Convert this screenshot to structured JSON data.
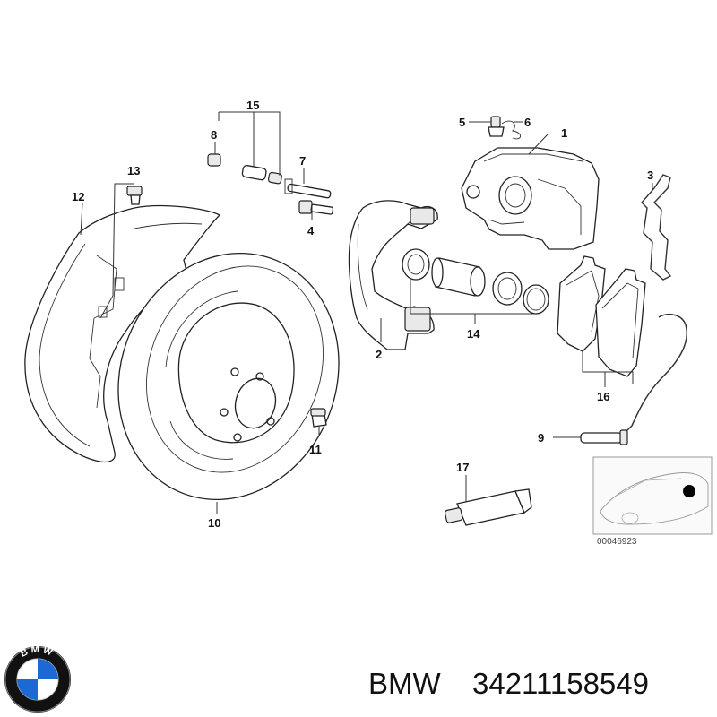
{
  "diagram": {
    "callouts": {
      "c1": "1",
      "c2": "2",
      "c3": "3",
      "c4": "4",
      "c5": "5",
      "c6": "6",
      "c7": "7",
      "c8": "8",
      "c9": "9",
      "c10": "10",
      "c11": "11",
      "c12": "12",
      "c13": "13",
      "c14": "14",
      "c15": "15",
      "c16": "16",
      "c17": "17"
    },
    "reference_number": "00046923"
  },
  "footer": {
    "brand": "BMW",
    "part_number": "34211158549",
    "logo_letters": "BMW"
  },
  "colors": {
    "logo_blue": "#1c69d3",
    "logo_ring": "#111111"
  }
}
